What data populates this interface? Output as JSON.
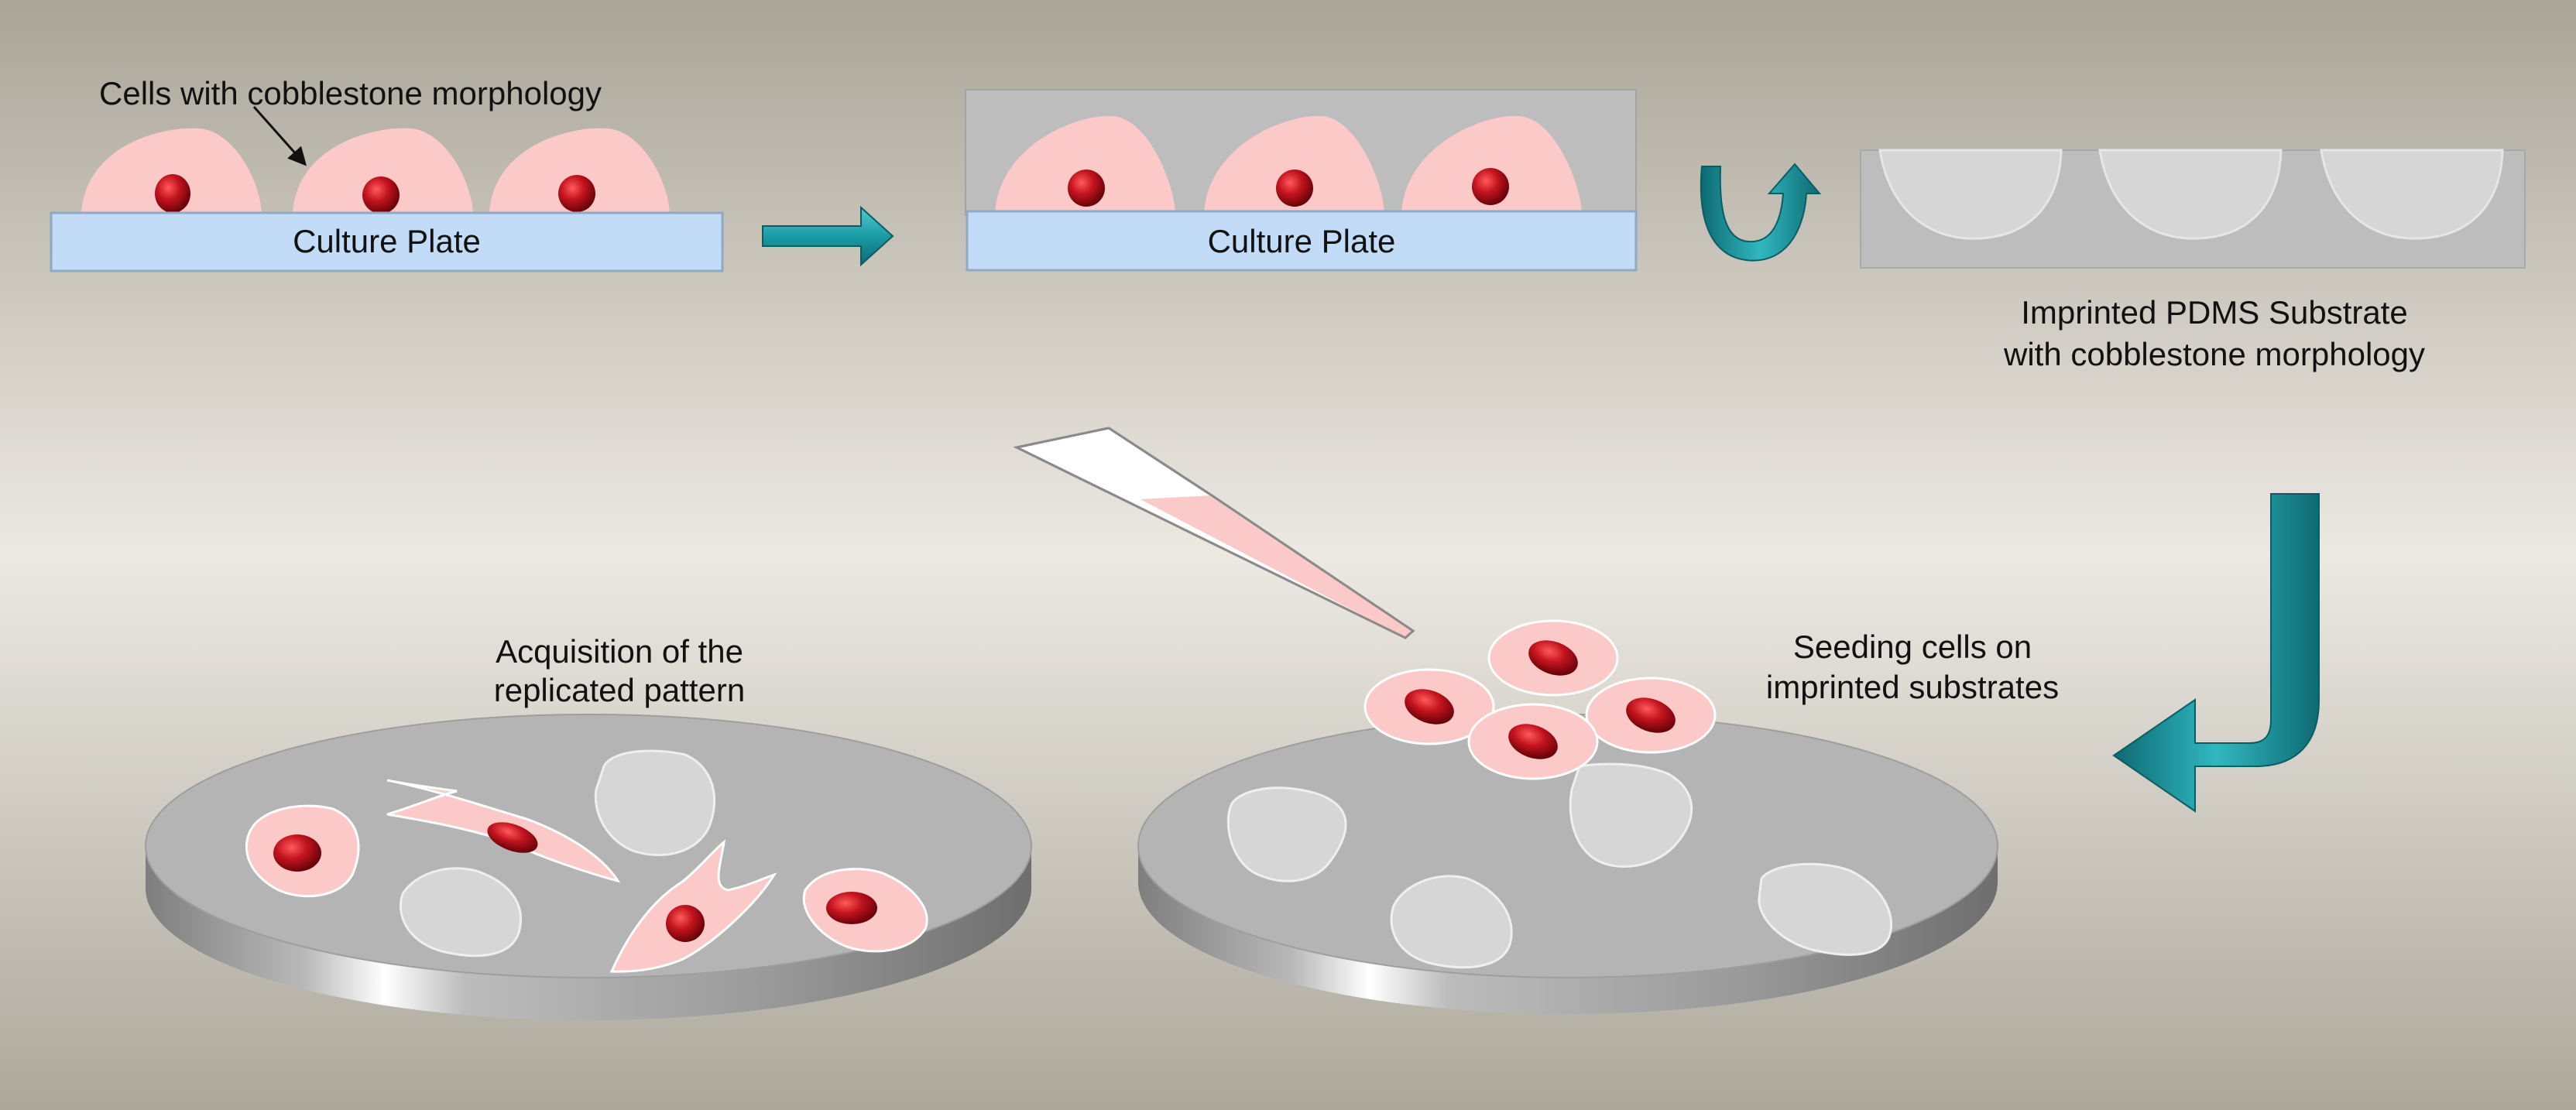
{
  "labels": {
    "cells_cobblestone": "Cells with cobblestone morphology",
    "culture_plate_1": "Culture Plate",
    "culture_plate_2": "Culture Plate",
    "pdms_line1": "Imprinted PDMS Substrate",
    "pdms_line2": "with cobblestone morphology",
    "seeding_line1": "Seeding cells on",
    "seeding_line2": "imprinted substrates",
    "acquisition_line1": "Acquisition of the",
    "acquisition_line2": "replicated pattern"
  },
  "colors": {
    "background_top": "#aca89b",
    "background_mid": "#ece9e3",
    "background_bottom": "#aca89b",
    "plate_fill": "#c2dcf7",
    "plate_stroke": "#8fa9c6",
    "cell_fill": "#fac9c8",
    "nucleus": "#b3121c",
    "arrow_teal": "#1c959e",
    "pdms_fill": "#bdbdbd",
    "dish_top": "#b4b4b4",
    "imprint": "#d6d6d6"
  },
  "icons": [
    "right-arrow-icon",
    "flip-arrow-icon",
    "down-left-arrow-icon",
    "pipette-icon"
  ]
}
